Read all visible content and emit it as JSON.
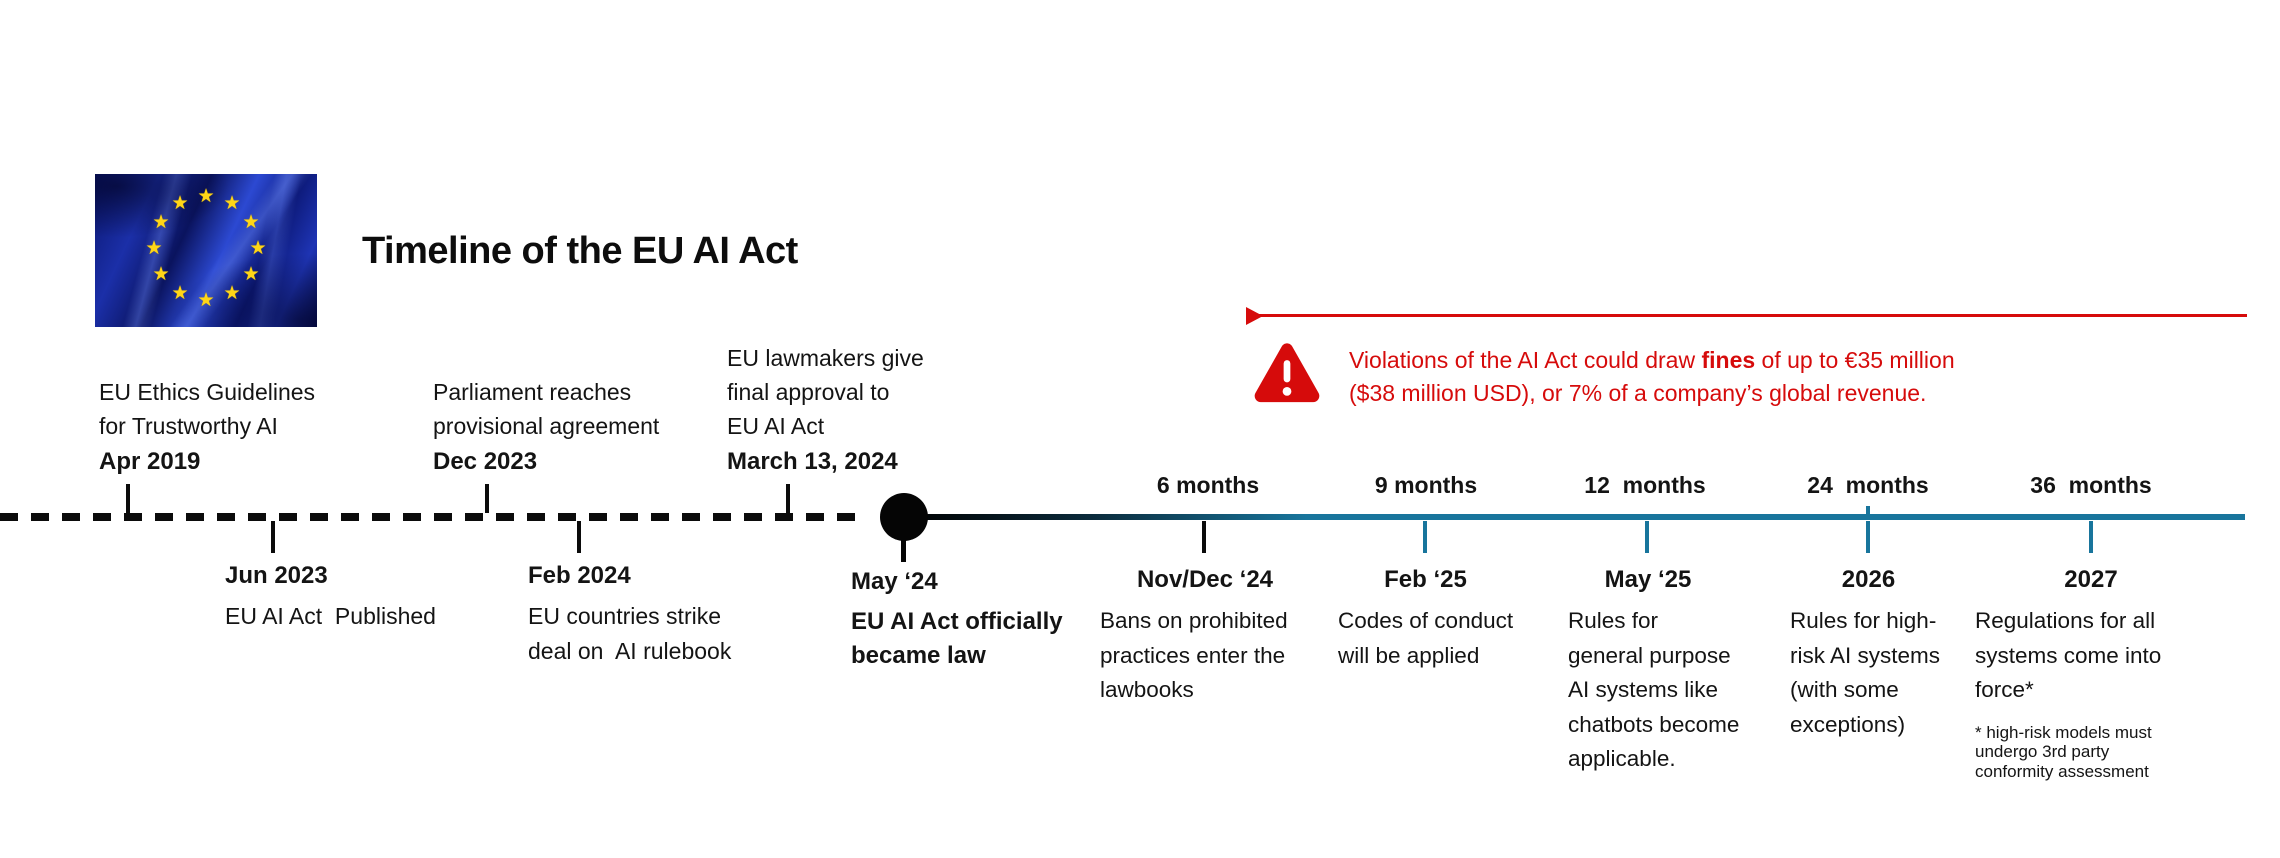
{
  "page": {
    "title": "Timeline of the EU AI Act"
  },
  "warning": {
    "line1_pre": "Violations of the AI Act could draw ",
    "line1_bold": "fines",
    "line1_post": " of up to €35 million",
    "line2": "($38 million USD), or 7% of a company’s global revenue.",
    "color": "#d60b0b"
  },
  "colors": {
    "teal": "#18759c",
    "black": "#0b0b0b",
    "red": "#d60b0b"
  },
  "months": [
    "6 months",
    "9 months",
    "12  months",
    "24  months",
    "36  months"
  ],
  "events": {
    "above": [
      {
        "lines": [
          "EU Ethics Guidelines",
          "for Trustworthy AI"
        ],
        "date": "Apr 2019"
      },
      {
        "lines": [
          "Parliament reaches",
          "provisional agreement"
        ],
        "date": "Dec 2023"
      },
      {
        "lines": [
          "EU lawmakers give",
          "final approval to",
          "EU AI Act"
        ],
        "date": "March 13, 2024"
      }
    ],
    "below_left": [
      {
        "date": "Jun 2023",
        "lines": [
          "EU AI Act  Published"
        ]
      },
      {
        "date": "Feb 2024",
        "lines": [
          "EU countries strike",
          "deal on  AI rulebook"
        ]
      }
    ],
    "milestone": {
      "date": "May ‘24",
      "lines": [
        "EU AI Act officially",
        "became law"
      ]
    },
    "below_right": [
      {
        "date": "Nov/Dec ‘24",
        "lines": [
          "Bans on prohibited",
          "practices enter the",
          "lawbooks"
        ]
      },
      {
        "date": "Feb ‘25",
        "lines": [
          "Codes of conduct",
          "will be applied"
        ]
      },
      {
        "date": "May ‘25",
        "lines": [
          "Rules for",
          "general purpose",
          "AI systems like",
          "chatbots become",
          "applicable."
        ]
      },
      {
        "date": "2026",
        "lines": [
          "Rules for high-",
          "risk AI systems",
          "(with some",
          "exceptions)"
        ]
      },
      {
        "date": "2027",
        "lines": [
          "Regulations for all",
          "systems come into",
          "force*"
        ],
        "footnote": [
          "* high-risk models must",
          "undergo 3rd party",
          "conformity assessment"
        ]
      }
    ]
  }
}
